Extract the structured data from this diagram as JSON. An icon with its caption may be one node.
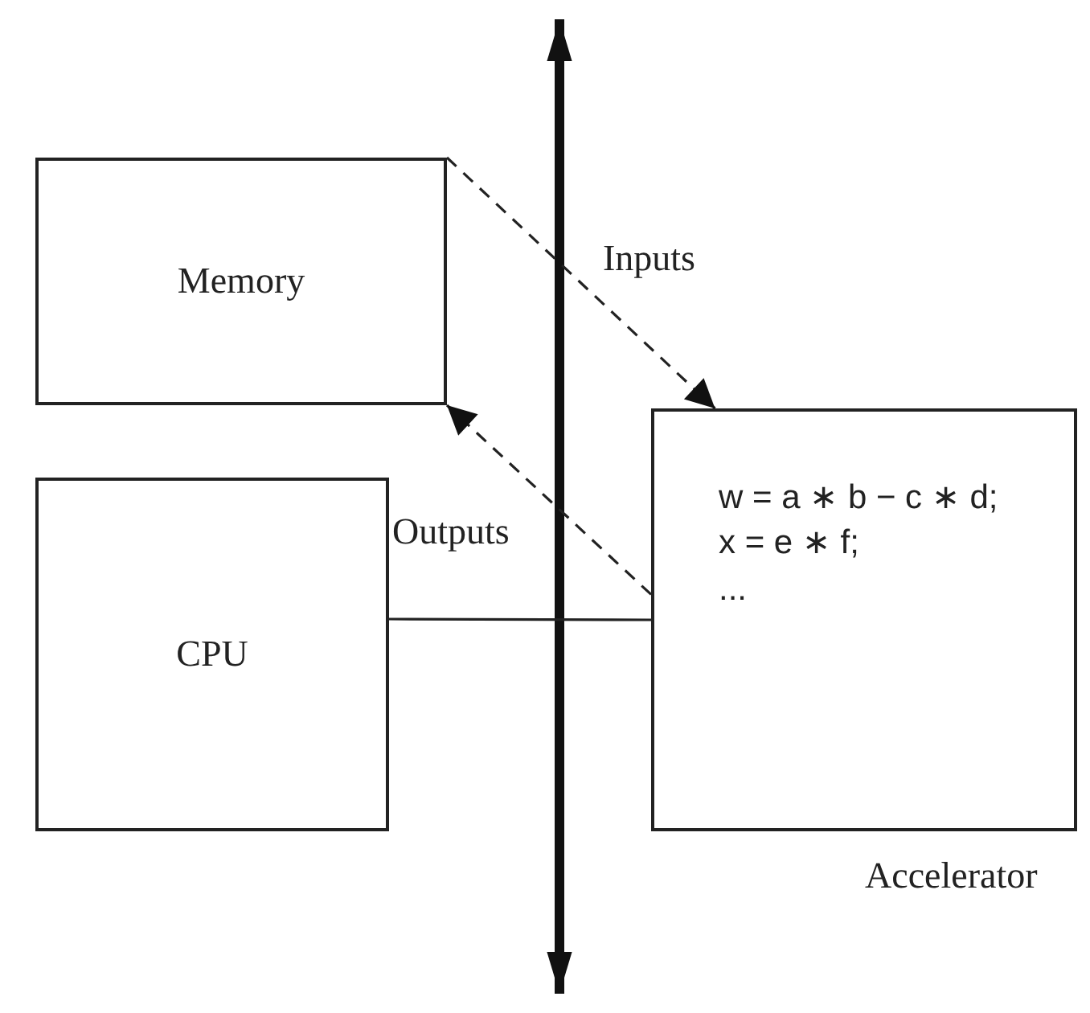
{
  "diagram": {
    "nodes": [
      {
        "text": [
          "Memory"
        ]
      },
      {
        "text": [
          "CPU"
        ]
      },
      {
        "text": [
          "w = a ∗ b − c ∗ d;",
          "x = e ∗ f;",
          "..."
        ],
        "beside": [
          "Accelerator"
        ]
      }
    ],
    "edges": [
      {
        "from": 0,
        "to": 2,
        "arrow": "to",
        "label": "Inputs",
        "style": "dashed"
      },
      {
        "from": 2,
        "to": 0,
        "arrow": "to",
        "label": "Outputs",
        "style": "dashed"
      },
      {
        "from": 1,
        "to": 2,
        "arrow": "none"
      }
    ]
  }
}
